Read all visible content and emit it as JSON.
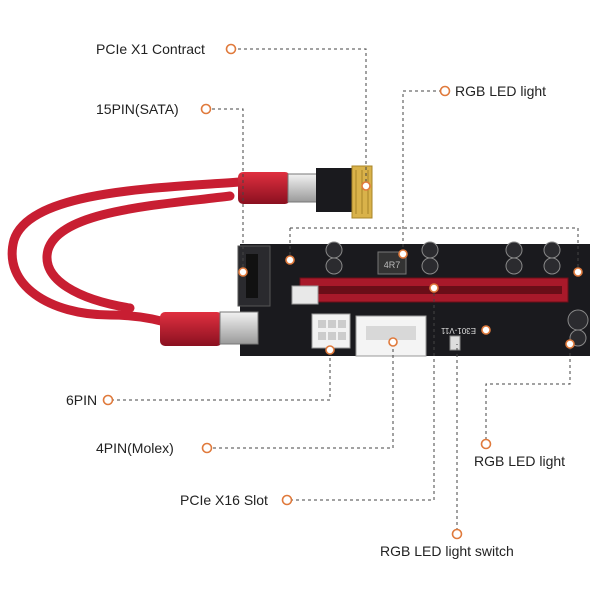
{
  "labels": {
    "pcie_x1": "PCIe X1 Contract",
    "sata_15pin": "15PIN(SATA)",
    "rgb_top": "RGB LED light",
    "six_pin": "6PIN",
    "molex_4pin": "4PIN(Molex)",
    "pcie_x16": "PCIe X16 Slot",
    "rgb_right": "RGB LED light",
    "rgb_switch": "RGB LED light switch"
  },
  "board": {
    "code_left": "4R7",
    "code_mid": "E301-V11"
  },
  "colors": {
    "marker": "#e07a3c",
    "cable": "#c81e32",
    "usb": "#b8182a",
    "board": "#1a1a1e",
    "slot": "#a8192a",
    "gold": "#d9b24a"
  }
}
